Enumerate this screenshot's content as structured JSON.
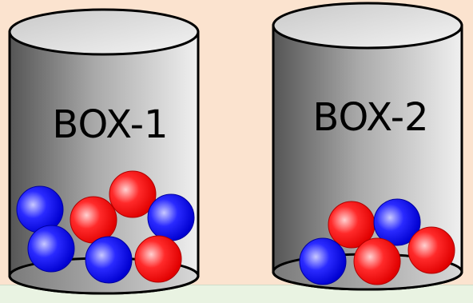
{
  "diagram": {
    "boxes": [
      {
        "label": "BOX-1",
        "balls": [
          {
            "color": "blue"
          },
          {
            "color": "red"
          },
          {
            "color": "red"
          },
          {
            "color": "blue"
          },
          {
            "color": "blue"
          },
          {
            "color": "blue"
          },
          {
            "color": "red"
          }
        ],
        "counts": {
          "red": 3,
          "blue": 4
        }
      },
      {
        "label": "BOX-2",
        "balls": [
          {
            "color": "red"
          },
          {
            "color": "blue"
          },
          {
            "color": "blue"
          },
          {
            "color": "red"
          },
          {
            "color": "red"
          }
        ],
        "counts": {
          "red": 3,
          "blue": 2
        }
      }
    ],
    "colors": {
      "background": "#fbe3cf",
      "red": "#ff1a1a",
      "blue": "#1a1aff",
      "cylinder_dark": "#555555",
      "cylinder_light": "#f0f0f0"
    }
  }
}
